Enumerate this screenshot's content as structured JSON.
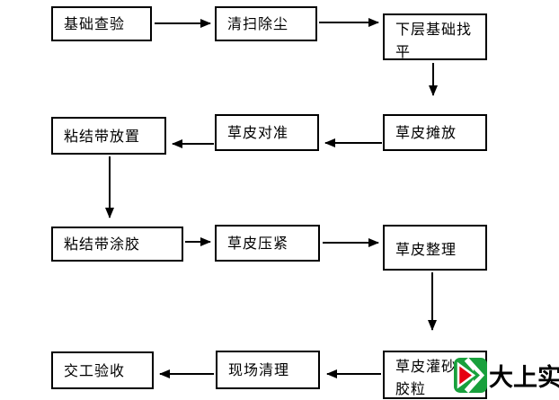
{
  "diagram": {
    "type": "flowchart",
    "nodes": [
      {
        "id": "n1",
        "label": "基础查验"
      },
      {
        "id": "n2",
        "label": "清扫除尘"
      },
      {
        "id": "n3",
        "label": "下层基础找平"
      },
      {
        "id": "n4",
        "label": "粘结带放置"
      },
      {
        "id": "n5",
        "label": "草皮对准"
      },
      {
        "id": "n6",
        "label": "草皮摊放"
      },
      {
        "id": "n7",
        "label": "粘结带涂胶"
      },
      {
        "id": "n8",
        "label": "草皮压紧"
      },
      {
        "id": "n9",
        "label": "草皮整理"
      },
      {
        "id": "n10",
        "label": "交工验收"
      },
      {
        "id": "n11",
        "label": "现场清理"
      },
      {
        "id": "n12",
        "label": "草皮灌砂及胶粒"
      }
    ],
    "edges": [
      {
        "from": "基础查验",
        "to": "清扫除尘"
      },
      {
        "from": "清扫除尘",
        "to": "下层基础找平"
      },
      {
        "from": "下层基础找平",
        "to": "草皮摊放"
      },
      {
        "from": "草皮摊放",
        "to": "草皮对准"
      },
      {
        "from": "草皮对准",
        "to": "粘结带放置"
      },
      {
        "from": "粘结带放置",
        "to": "粘结带涂胶"
      },
      {
        "from": "粘结带涂胶",
        "to": "草皮压紧"
      },
      {
        "from": "草皮压紧",
        "to": "草皮整理"
      },
      {
        "from": "草皮整理",
        "to": "草皮灌砂及胶粒"
      },
      {
        "from": "草皮灌砂及胶粒",
        "to": "现场清理"
      },
      {
        "from": "现场清理",
        "to": "交工验收"
      }
    ],
    "line_color": "#000000",
    "box_background": "#ffffff"
  },
  "logo": {
    "text": "大上实业",
    "icon": "double-chevron-arrow-icon",
    "icon_green": "#18A03C",
    "icon_red": "#E60012",
    "text_color": "#000000"
  }
}
